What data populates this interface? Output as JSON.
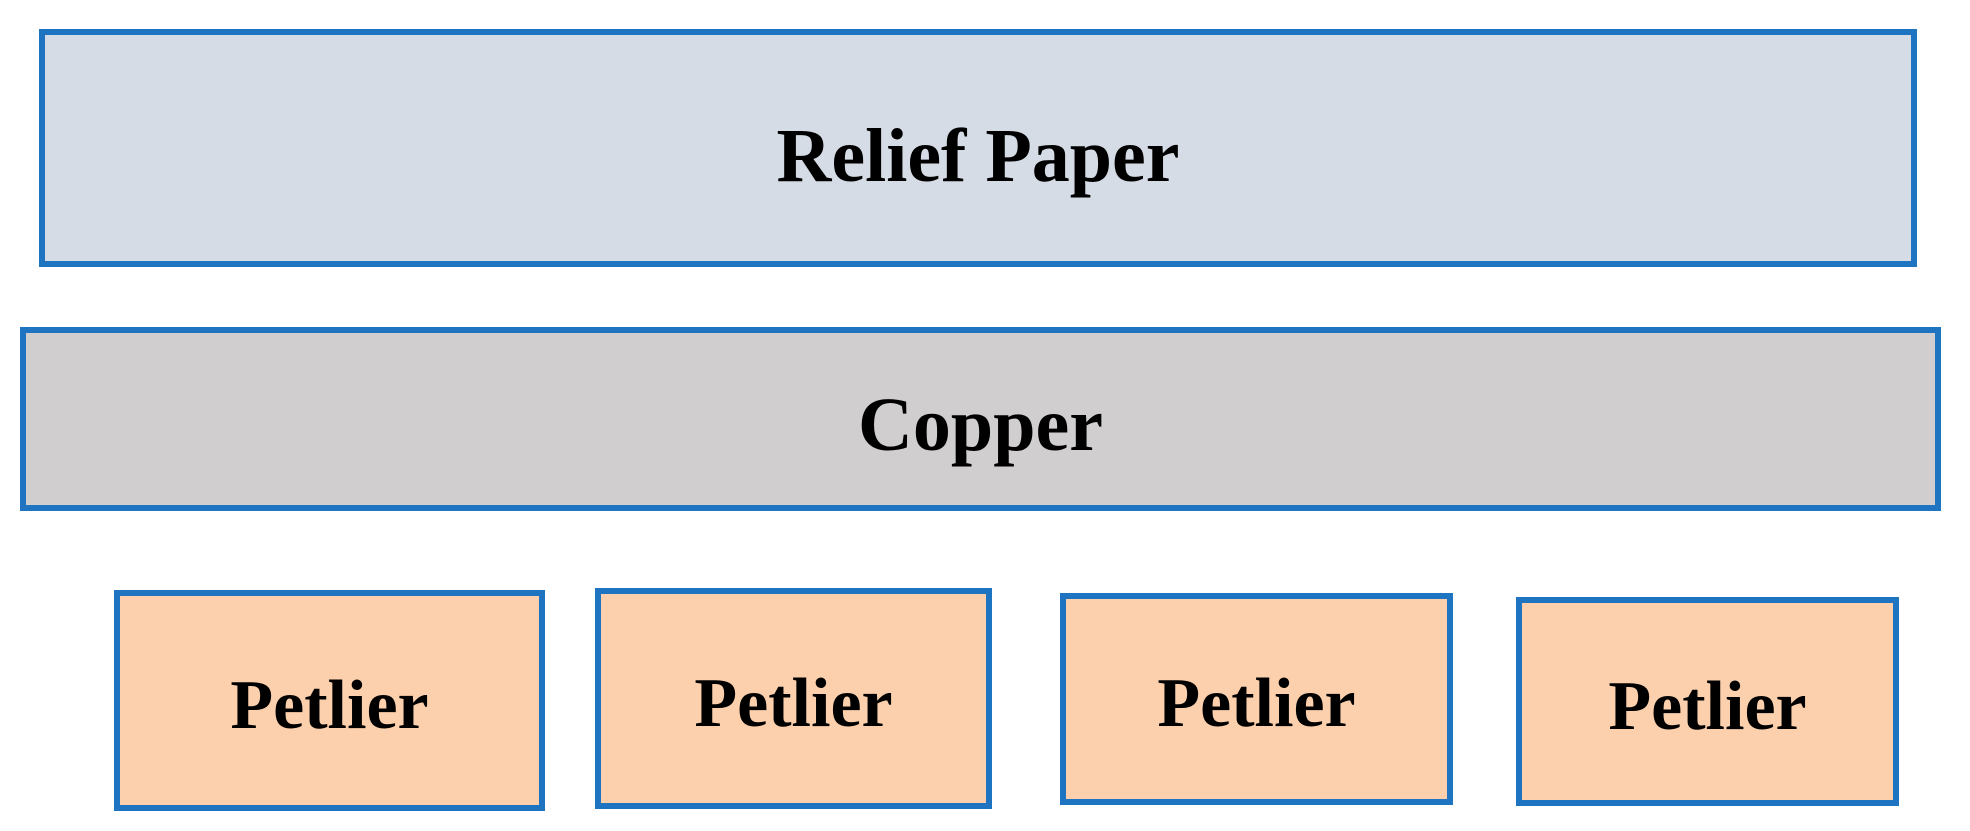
{
  "diagram": {
    "layers": [
      {
        "id": "relief-paper",
        "label": "Relief Paper"
      },
      {
        "id": "copper",
        "label": "Copper"
      }
    ],
    "peltier_units": [
      {
        "label": "Petlier"
      },
      {
        "label": "Petlier"
      },
      {
        "label": "Petlier"
      },
      {
        "label": "Petlier"
      }
    ],
    "colors": {
      "relief_paper_fill": "#D6DCE5",
      "copper_fill": "#D0CECE",
      "peltier_fill": "#FCD0AC",
      "border_blue": "#1E74C0",
      "text": "#000000",
      "background": "#FFFFFF"
    }
  }
}
